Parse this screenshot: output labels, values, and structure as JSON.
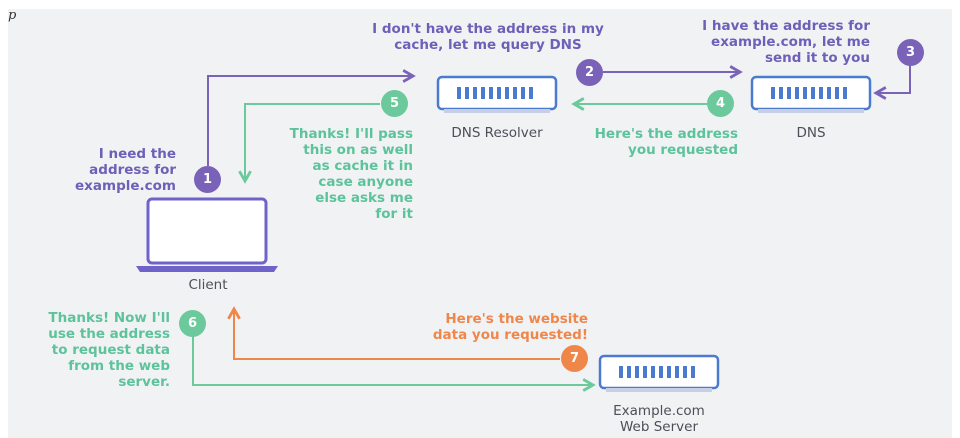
{
  "corner_mark": "p",
  "colors": {
    "purple": "#7a62b8",
    "green": "#6cc99c",
    "orange": "#f0874a",
    "device_outline": "#4a7bd0",
    "background": "#f1f2f4"
  },
  "nodes": {
    "client": "Client",
    "resolver": "DNS Resolver",
    "dns": "DNS",
    "web_server_line1": "Example.com",
    "web_server_line2": "Web Server"
  },
  "steps": [
    {
      "number": "1",
      "lines": [
        "I need the",
        "address for",
        "example.com"
      ]
    },
    {
      "number": "2",
      "lines": [
        "I don't have the address in my",
        "cache, let me query DNS"
      ]
    },
    {
      "number": "3",
      "lines": [
        "I have the address for",
        "example.com, let me",
        "send it to you"
      ]
    },
    {
      "number": "4",
      "lines": [
        "Here's the address",
        "you requested"
      ]
    },
    {
      "number": "5",
      "lines": [
        "Thanks! I'll pass",
        "this on as well",
        "as cache it in",
        "case anyone",
        "else asks me",
        "for it"
      ]
    },
    {
      "number": "6",
      "lines": [
        "Thanks! Now I'll",
        "use the address",
        "to request data",
        "from the web",
        "server."
      ]
    },
    {
      "number": "7",
      "lines": [
        "Here's the website",
        "data you requested!"
      ]
    }
  ]
}
